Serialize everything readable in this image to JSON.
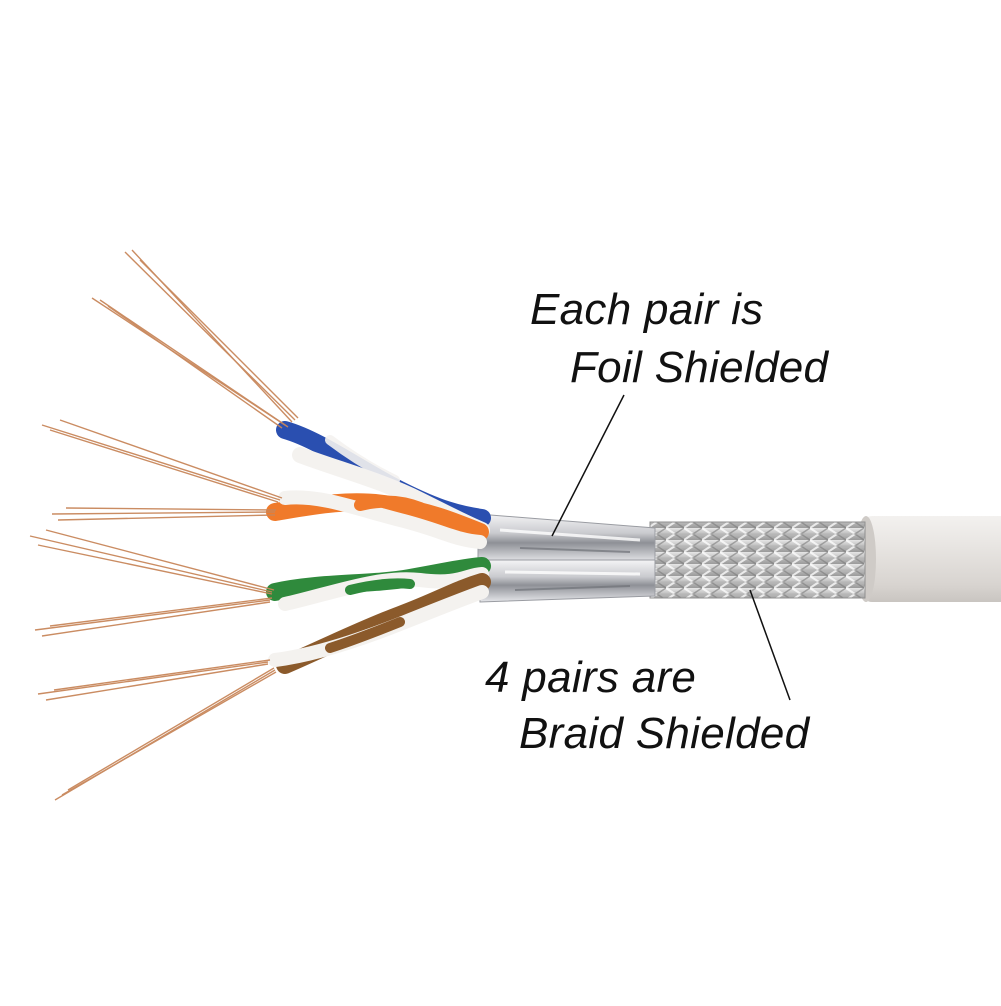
{
  "annotations": {
    "foil": {
      "line1": "Each pair is",
      "line2": "Foil Shielded"
    },
    "braid": {
      "line1": "4 pairs are",
      "line2": "Braid Shielded"
    }
  },
  "colors": {
    "jacket": "#e3e0dd",
    "braid": "#c8c8c8",
    "foil": "#d9dadc",
    "copper": "#c8865a",
    "blue": "#2a4fb0",
    "orange": "#f07a2a",
    "green": "#2f8a3c",
    "brown": "#8b5a2b",
    "white_insulation": "#f4f2ef"
  }
}
